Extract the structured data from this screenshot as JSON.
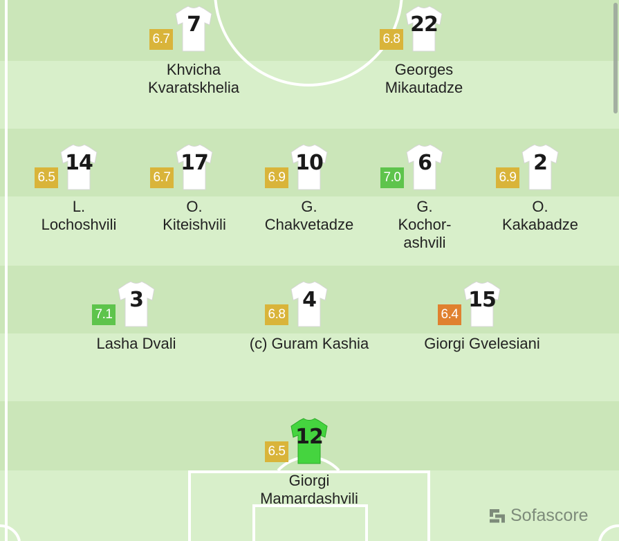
{
  "colors": {
    "rating_yellow": "#d9b43a",
    "rating_green": "#5ec44c",
    "rating_orange": "#e0812f",
    "shirt_outfield": "#ffffff",
    "shirt_goalkeeper": "#45d43f",
    "pitch_dark": "#cbe6b9",
    "pitch_light": "#d8efca"
  },
  "brand": {
    "name": "Sofascore",
    "logo_icon": "sofascore-logo-icon"
  },
  "players": [
    {
      "number": "7",
      "rating": "6.7",
      "rating_color": "yellow",
      "name_lines": [
        "Khvicha Kvaratskhelia"
      ],
      "shirt": "outfield"
    },
    {
      "number": "22",
      "rating": "6.8",
      "rating_color": "yellow",
      "name_lines": [
        "Georges Mikautadze"
      ],
      "shirt": "outfield"
    },
    {
      "number": "14",
      "rating": "6.5",
      "rating_color": "yellow",
      "name_lines": [
        "L.",
        "Lochoshvili"
      ],
      "shirt": "outfield"
    },
    {
      "number": "17",
      "rating": "6.7",
      "rating_color": "yellow",
      "name_lines": [
        "O.",
        "Kiteishvili"
      ],
      "shirt": "outfield"
    },
    {
      "number": "10",
      "rating": "6.9",
      "rating_color": "yellow",
      "name_lines": [
        "G.",
        "Chakvetadze"
      ],
      "shirt": "outfield"
    },
    {
      "number": "6",
      "rating": "7.0",
      "rating_color": "green",
      "name_lines": [
        "G.",
        "Kochor-",
        "ashvili"
      ],
      "shirt": "outfield"
    },
    {
      "number": "2",
      "rating": "6.9",
      "rating_color": "yellow",
      "name_lines": [
        "O.",
        "Kakabadze"
      ],
      "shirt": "outfield"
    },
    {
      "number": "3",
      "rating": "7.1",
      "rating_color": "green",
      "name_lines": [
        "Lasha Dvali"
      ],
      "shirt": "outfield"
    },
    {
      "number": "4",
      "rating": "6.8",
      "rating_color": "yellow",
      "name_lines": [
        "(c) Guram Kashia"
      ],
      "shirt": "outfield"
    },
    {
      "number": "15",
      "rating": "6.4",
      "rating_color": "orange",
      "name_lines": [
        "Giorgi Gvelesiani"
      ],
      "shirt": "outfield"
    },
    {
      "number": "12",
      "rating": "6.5",
      "rating_color": "yellow",
      "name_lines": [
        "Giorgi Mamardashvili"
      ],
      "shirt": "goalkeeper"
    }
  ]
}
